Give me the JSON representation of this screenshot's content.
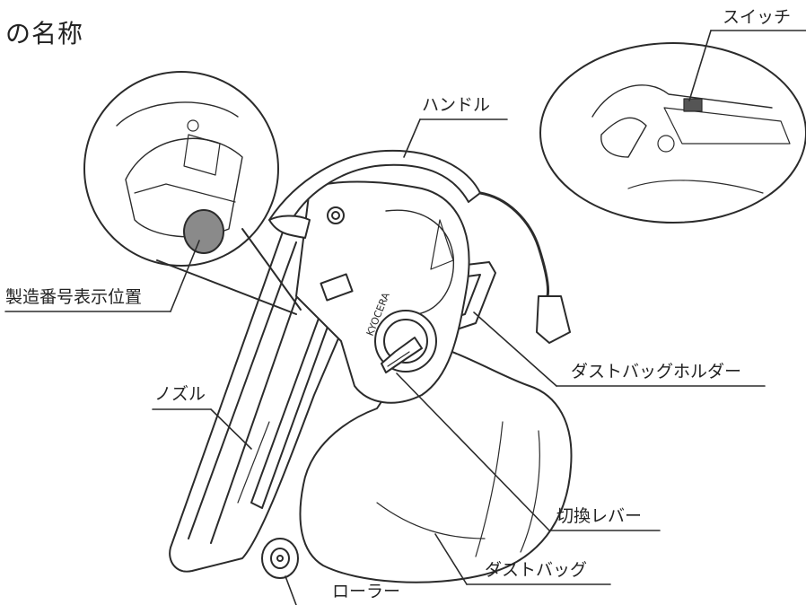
{
  "title": "の名称",
  "labels": {
    "switch": "スイッチ",
    "handle": "ハンドル",
    "serial_position": "製造番号表示位置",
    "dust_bag_holder": "ダストバッグホルダー",
    "nozzle": "ノズル",
    "switch_lever": "切換レバー",
    "dust_bag": "ダストバッグ",
    "roller": "ローラー"
  },
  "brand_mark": "KYOCERA",
  "colors": {
    "line": "#2b2b2b",
    "serial_plate": "#8a8a8a",
    "bag": "#ffffff"
  }
}
